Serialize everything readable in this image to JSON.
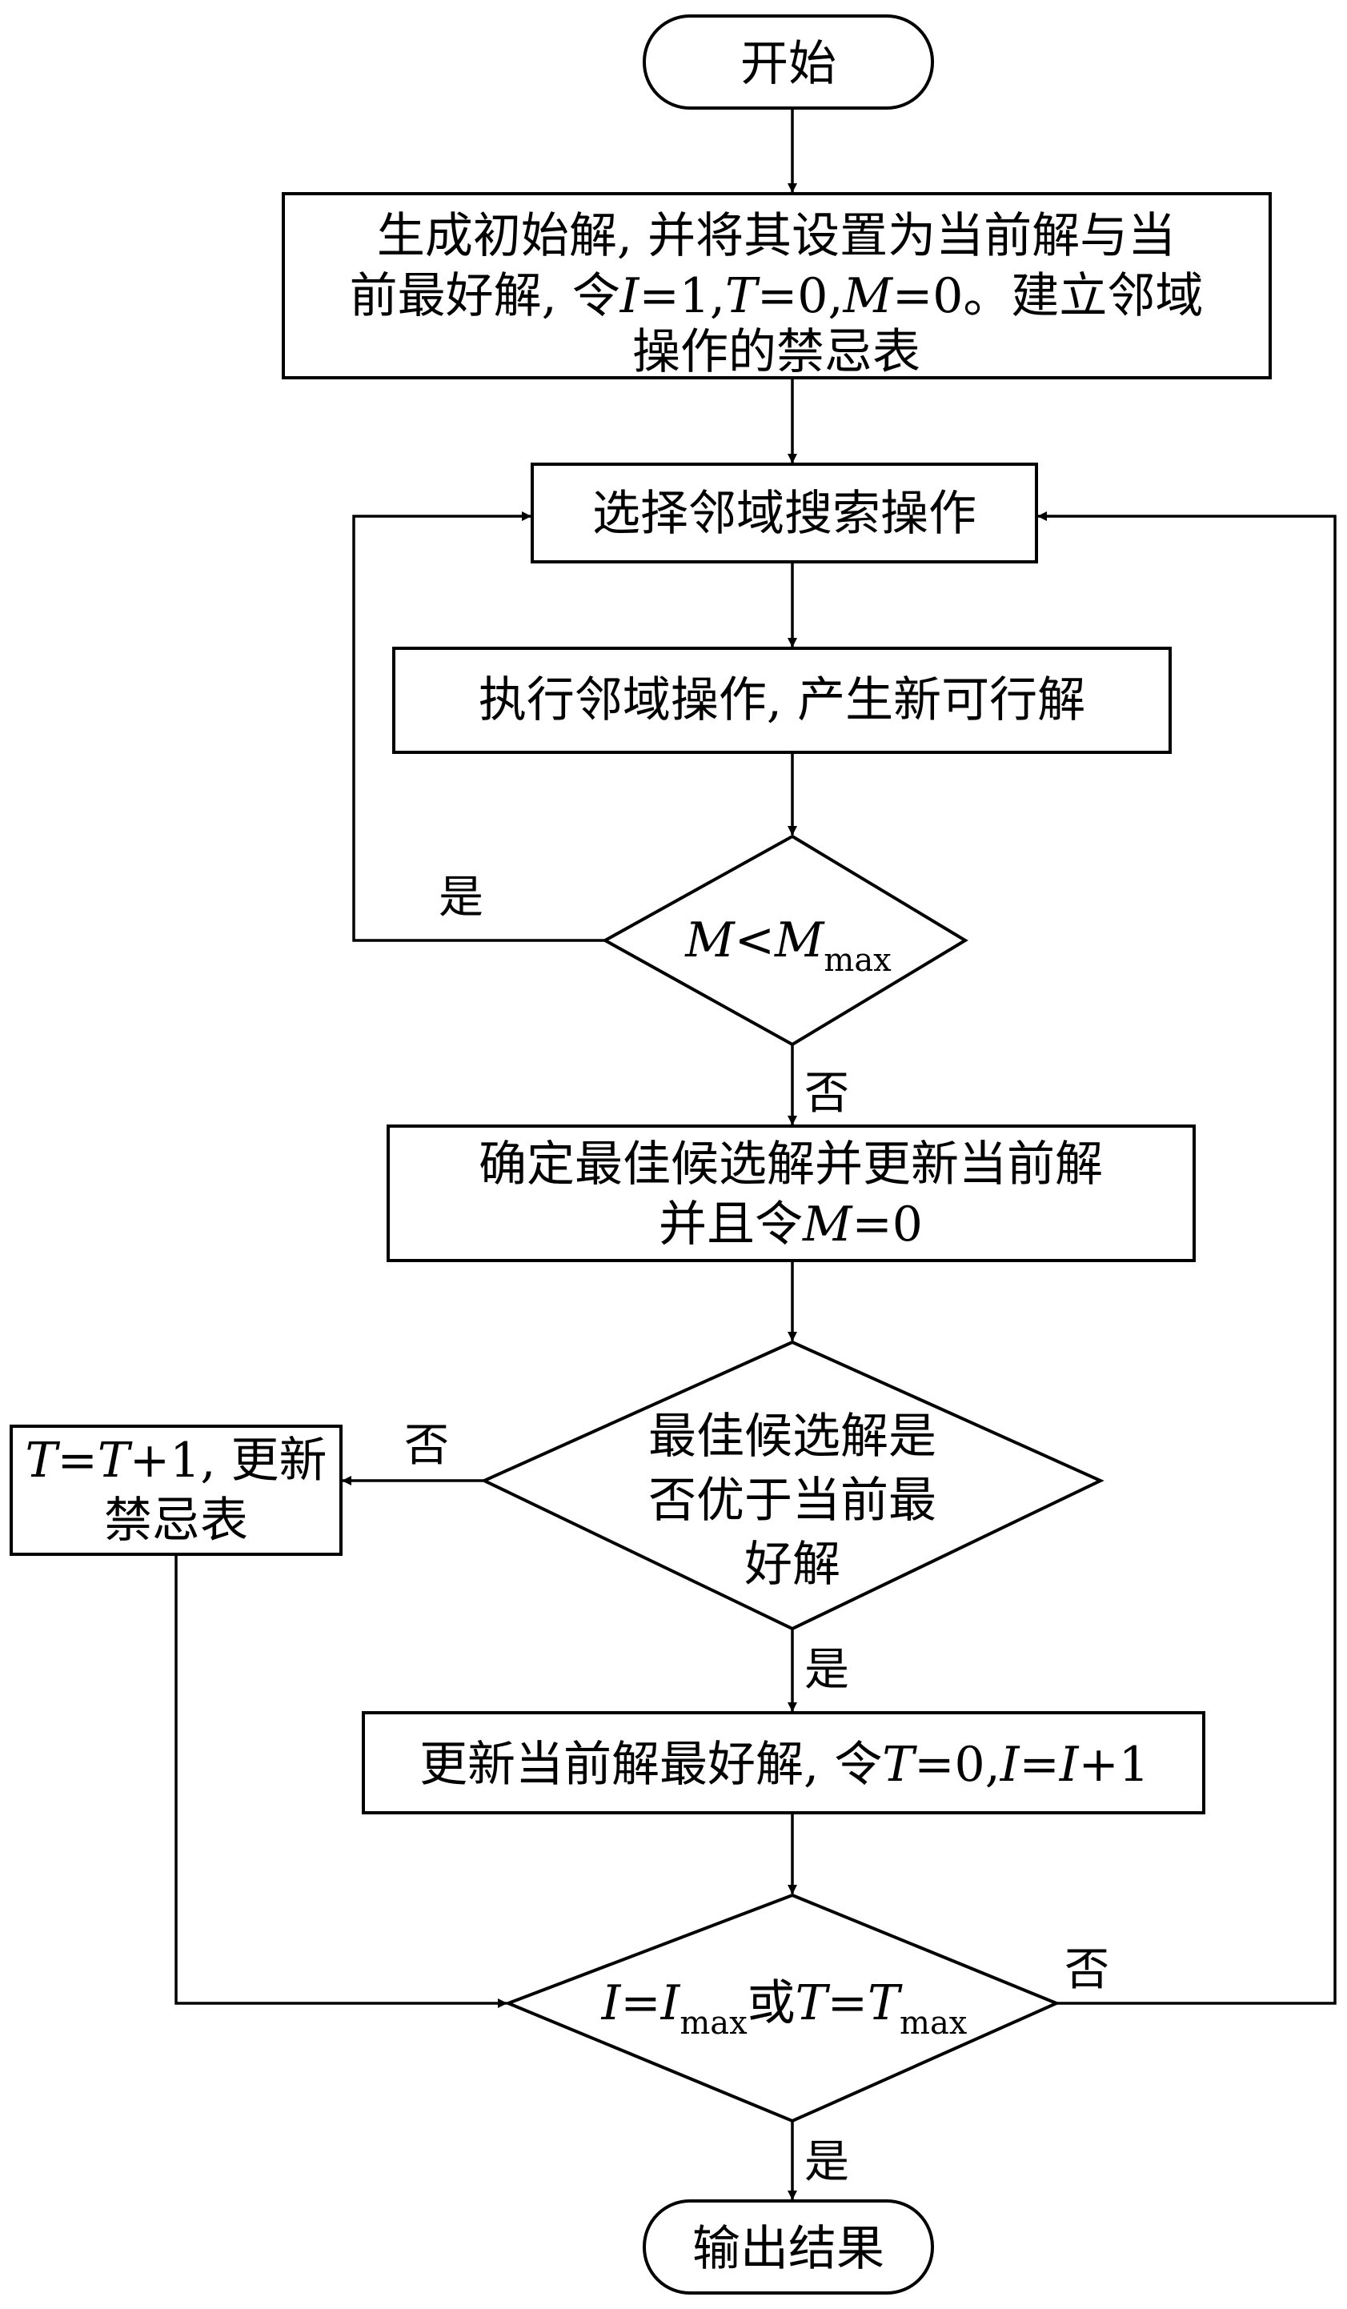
{
  "nodes": {
    "start": {
      "text": "开始"
    },
    "init": {
      "line1": "生成初始解, 并将其设置为当前解与当",
      "line2_a": "前最好解, 令",
      "var_i": "I",
      "line2_b": "=1,",
      "var_t": "T",
      "line2_c": "=0,",
      "var_m": "M",
      "line2_d": "=0。建立邻域",
      "line3": "操作的禁忌表"
    },
    "select": {
      "text": "选择邻域搜索操作"
    },
    "execute": {
      "text": "执行邻域操作, 产生新可行解"
    },
    "cond_m": {
      "var_m": "M",
      "op": "<",
      "var_mmax": "M",
      "sub": "max"
    },
    "best": {
      "line1": "确定最佳候选解并更新当前解",
      "line2_a": "并且令",
      "var_m": "M",
      "line2_b": "=0"
    },
    "cond_better": {
      "line1": "最佳候选解是",
      "line2": "否优于当前最",
      "line3": "好解"
    },
    "tabu": {
      "var_t1": "T",
      "eq": "=",
      "var_t2": "T",
      "line1_b": "+1, 更新",
      "line2": "禁忌表"
    },
    "update": {
      "text_a": "更新当前解最好解, 令",
      "var_t": "T",
      "text_b": "=0,",
      "var_i1": "I",
      "eq": "=",
      "var_i2": "I",
      "text_c": "+1"
    },
    "cond_end": {
      "var_i1": "I",
      "eq1": "=",
      "var_i2": "I",
      "sub1": "max",
      "or": "或",
      "var_t1": "T",
      "eq2": "=",
      "var_t2": "T",
      "sub2": "max"
    },
    "output": {
      "text": "输出结果"
    }
  },
  "edge_labels": {
    "m_yes": "是",
    "m_no": "否",
    "better_no": "否",
    "better_yes": "是",
    "end_no": "否",
    "end_yes": "是"
  }
}
